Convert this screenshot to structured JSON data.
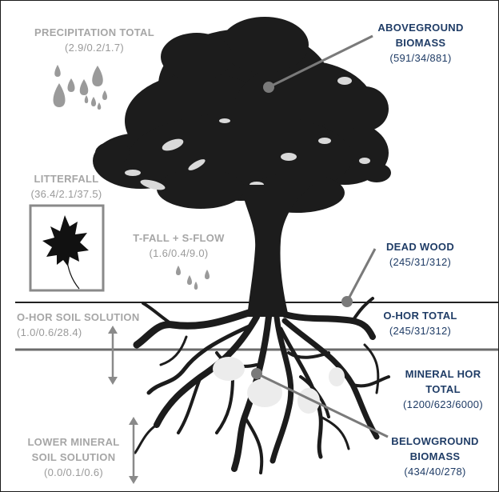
{
  "diagram": {
    "colors": {
      "navy_label": "#1f3c66",
      "gray_label": "#a6a6a6",
      "tree": "#1c1c1c",
      "pointer": "#7a7a7a",
      "droplet": "#9a9a9a",
      "horizon_line": "#222222",
      "mineral_line": "#6b6b6b"
    },
    "precipitation": {
      "title": "PRECIPITATION TOTAL",
      "value": "(2.9/0.2/1.7)"
    },
    "litterfall": {
      "title": "LITTERFALL",
      "value": "(36.4/2.1/37.5)"
    },
    "throughfall": {
      "title": "T-FALL + S-FLOW",
      "value": "(1.6/0.4/9.0)"
    },
    "ohor_solution": {
      "title": "O-HOR SOIL SOLUTION",
      "value": "(1.0/0.6/28.4)"
    },
    "lower_solution": {
      "title_line1": "LOWER MINERAL",
      "title_line2": "SOIL SOLUTION",
      "value": "(0.0/0.1/0.6)"
    },
    "aboveground": {
      "title_line1": "ABOVEGROUND",
      "title_line2": "BIOMASS",
      "value": "(591/34/881)"
    },
    "deadwood": {
      "title": "DEAD WOOD",
      "value": "(245/31/312)"
    },
    "ohor_total": {
      "title": "O-HOR TOTAL",
      "value": "(245/31/312)"
    },
    "mineral_total": {
      "title_line1": "MINERAL HOR",
      "title_line2": "TOTAL",
      "value": "(1200/623/6000)"
    },
    "belowground": {
      "title_line1": "BELOWGROUND",
      "title_line2": "BIOMASS",
      "value": "(434/40/278)"
    },
    "icons": [
      "raindrop-icon",
      "oak-leaf-icon",
      "double-arrow-icon",
      "tree-illustration"
    ]
  }
}
